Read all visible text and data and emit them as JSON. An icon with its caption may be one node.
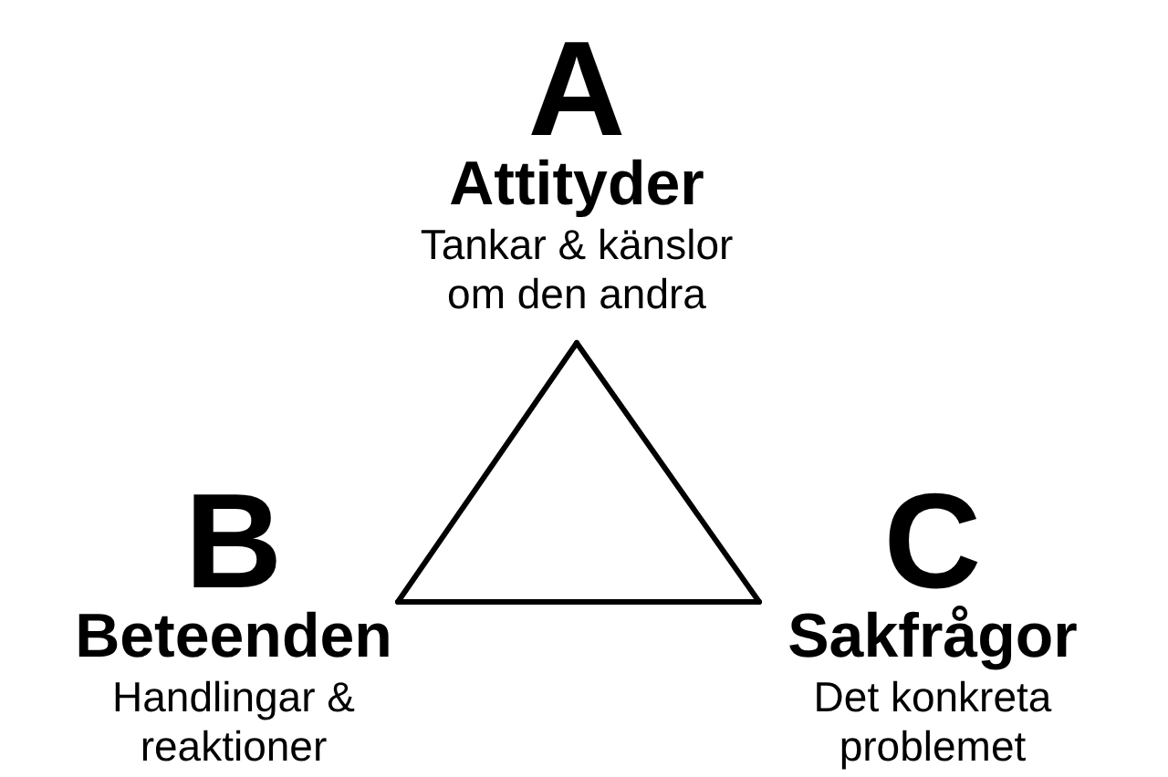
{
  "diagram": {
    "nodes": [
      {
        "text": [
          "A",
          "Attityder",
          "Tankar & känslor om den andra"
        ]
      },
      {
        "text": [
          "B",
          "Beteenden",
          "Handlingar & reaktioner"
        ]
      },
      {
        "text": [
          "C",
          "Sakfrågor",
          "Det konkreta problemet"
        ]
      }
    ],
    "edges": [
      {
        "from": 0,
        "to": 1,
        "arrow": "none"
      },
      {
        "from": 1,
        "to": 2,
        "arrow": "none"
      },
      {
        "from": 2,
        "to": 0,
        "arrow": "none"
      }
    ]
  }
}
